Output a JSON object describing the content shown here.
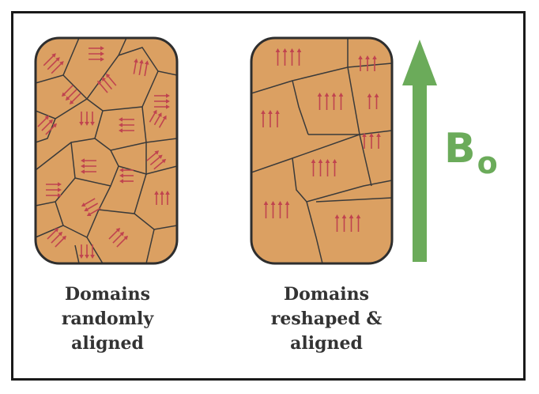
{
  "diagram": {
    "left_caption": [
      "Domains",
      "randomly",
      "aligned"
    ],
    "right_caption": [
      "Domains",
      "reshaped &",
      "aligned"
    ],
    "field_label": {
      "main": "B",
      "subscript": "o"
    },
    "colors": {
      "domain_fill": "#dba062",
      "domain_border": "#2e2e2e",
      "grain_line": "#3a3a3a",
      "moment_arrow": "#c0434f",
      "field_arrow": "#6bab5a",
      "caption_text": "#333333"
    }
  }
}
